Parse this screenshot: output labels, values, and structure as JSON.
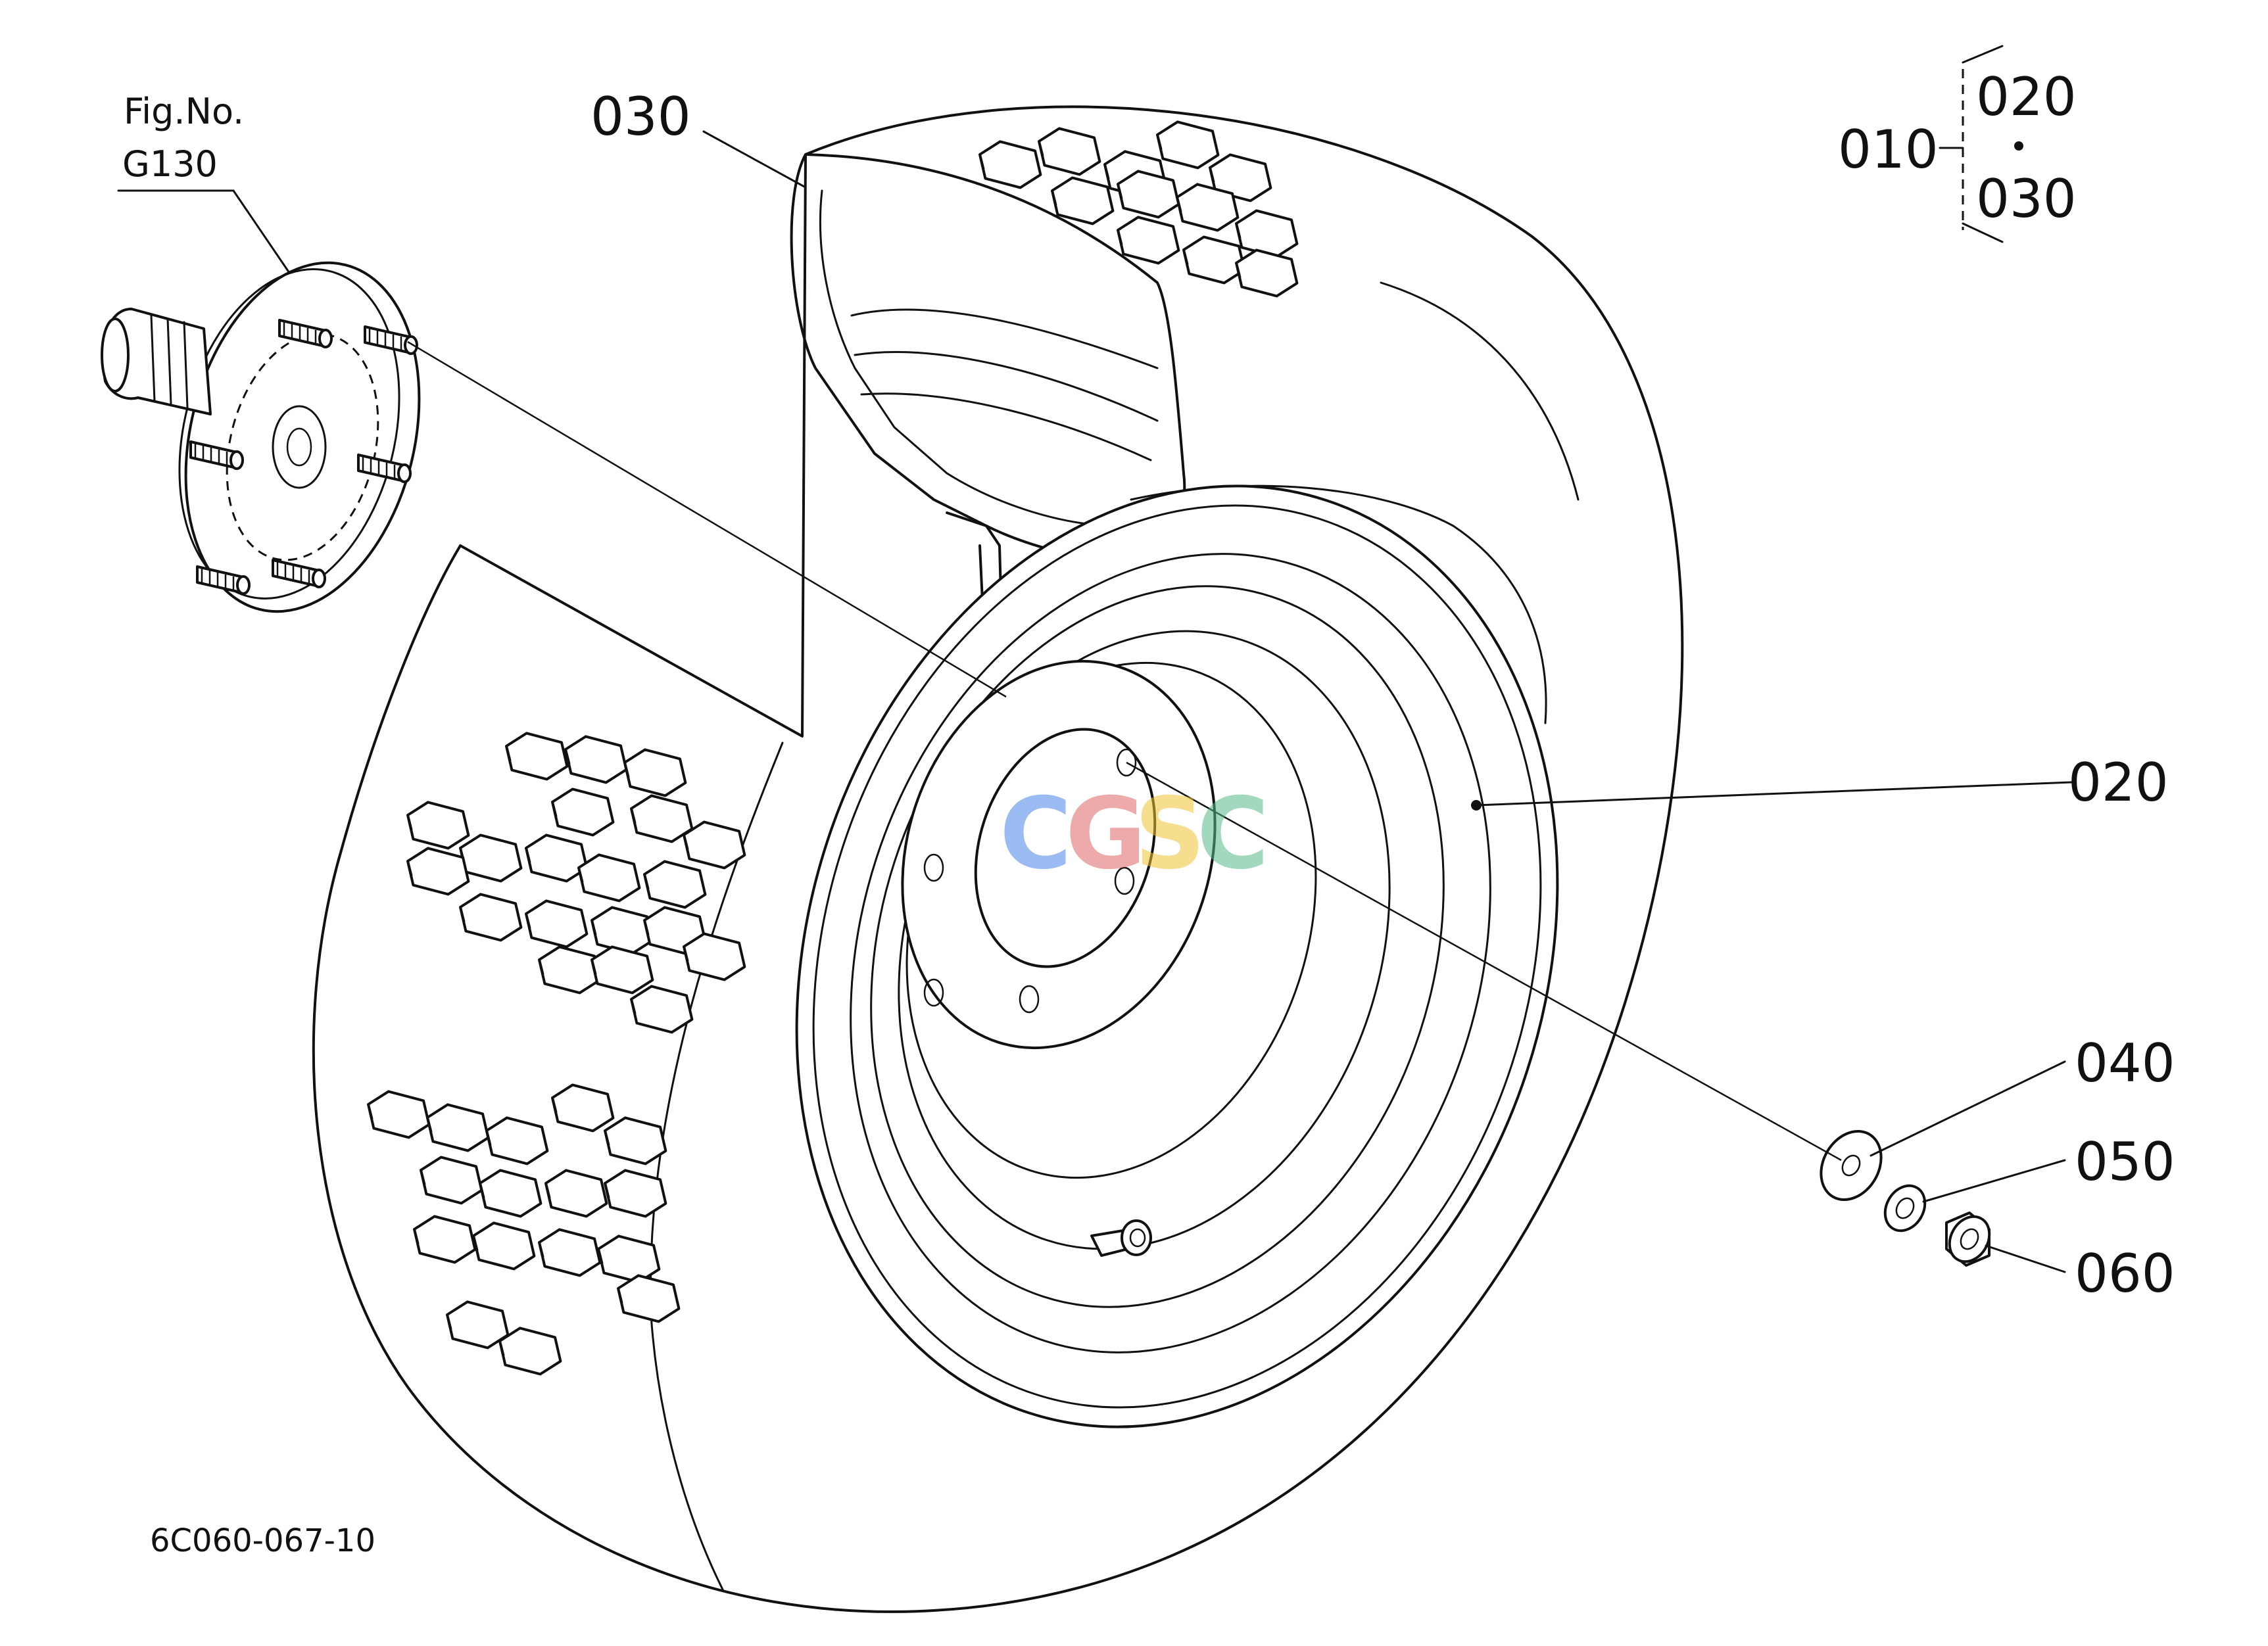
{
  "figure": {
    "fig_no_label": "Fig.No.",
    "fig_no_value": "G130",
    "drawing_code": "6C060-067-10"
  },
  "parts": {
    "p010": "010",
    "p020": "020",
    "p030": "030",
    "p040": "040",
    "p050": "050",
    "p060": "060"
  },
  "assembly_bracket": {
    "parent": "010",
    "child_top": "020",
    "child_bottom": "030"
  },
  "watermark": {
    "letters": [
      "C",
      "G",
      "S",
      "C"
    ],
    "colors": [
      "#4a86e8",
      "#e06666",
      "#f1c232",
      "#57bb8a"
    ]
  }
}
